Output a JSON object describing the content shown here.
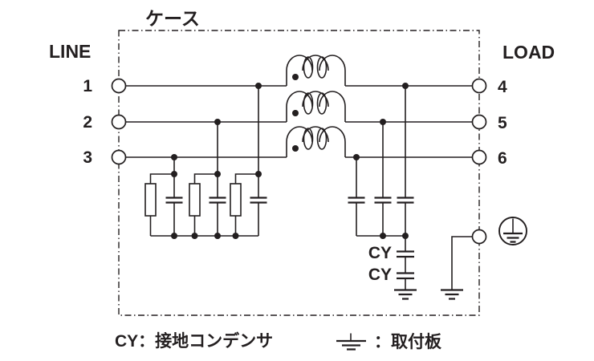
{
  "diagram_title": "ケース",
  "colors": {
    "ink": "#231f20",
    "background": "#ffffff"
  },
  "line_side": {
    "label": "LINE",
    "terminals": [
      "1",
      "2",
      "3"
    ]
  },
  "load_side": {
    "label": "LOAD",
    "terminals": [
      "4",
      "5",
      "6"
    ]
  },
  "components": {
    "cy_capacitor_top_label": "CY",
    "cy_capacitor_bottom_label": "CY"
  },
  "legend": {
    "cy_definition": "CY：接地コンデンサ",
    "plate_definition": "：取付板"
  },
  "icons": [
    "protective-earth-icon",
    "chassis-ground-icon",
    "inductor-polarity-dot"
  ]
}
